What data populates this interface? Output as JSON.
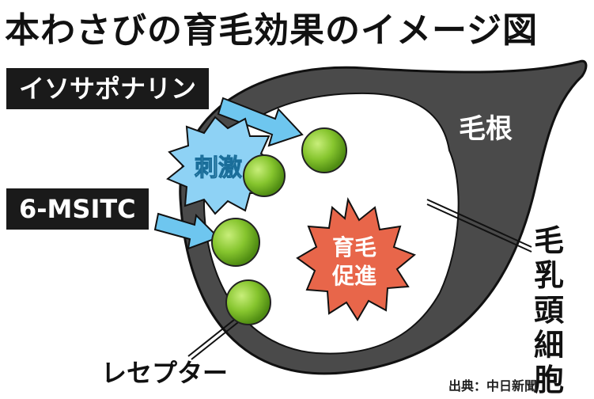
{
  "title": "本わさびの育毛効果のイメージ図",
  "input1": "イソサポナリン",
  "input2": "6-MSITC",
  "burst_label": "刺激",
  "root_label": "毛根",
  "papilla_label": [
    "毛",
    "乳",
    "頭",
    "細",
    "胞"
  ],
  "center_label": [
    "育毛",
    "促進"
  ],
  "receptor_label": "レセプター",
  "source": "出典：中日新聞",
  "colors": {
    "root": "#4a4a4a",
    "cell": "#ffffff",
    "receptor": "#7cc22a",
    "arrow": "#6ec6ef",
    "burst_blue": "#8ed2f5",
    "burst_red": "#e8664a",
    "tag_bg": "#1a1a1a"
  }
}
